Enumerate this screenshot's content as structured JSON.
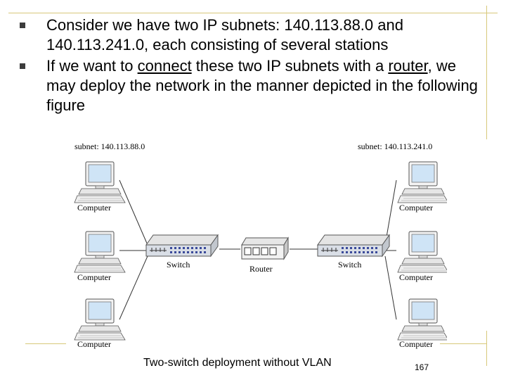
{
  "bullets": [
    {
      "text": "Consider we have two IP subnets: 140.113.88.0 and 140.113.241.0, each consisting of several stations"
    },
    {
      "before": "If we want to ",
      "link1": "connect",
      "middle": " these two IP subnets with a ",
      "link2": "router",
      "after": ", we may deploy the network in the manner depicted in the following figure"
    }
  ],
  "figure": {
    "subnet_left": "subnet: 140.113.88.0",
    "subnet_right": "subnet: 140.113.241.0",
    "computer_label": "Computer",
    "switch_label": "Switch",
    "router_label": "Router"
  },
  "caption": "Two-switch deployment without VLAN",
  "page_number": "167",
  "colors": {
    "accent_line": "#d8c87a",
    "screen": "#cfe4f6"
  }
}
